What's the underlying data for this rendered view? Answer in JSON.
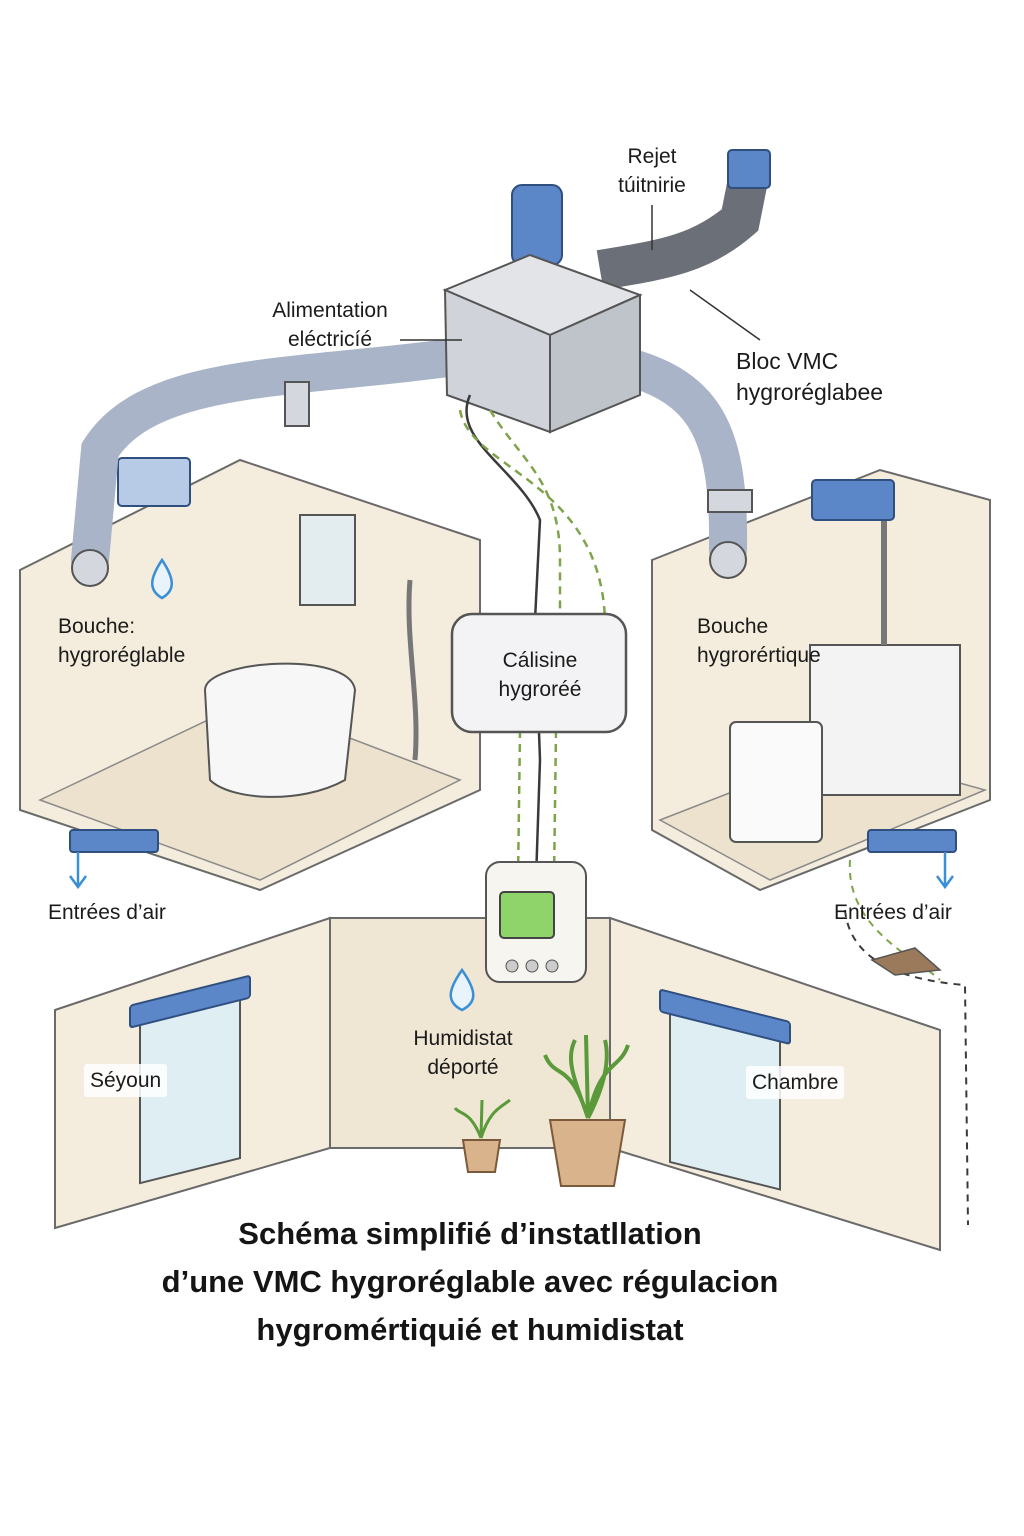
{
  "labels": {
    "rejet": [
      "Rejet",
      "túitnirie"
    ],
    "alimentation": [
      "Alimentation",
      "eléctricíé"
    ],
    "bloc_vmc": [
      "Bloc VMC",
      "hygroréglabee"
    ],
    "bouche_left": [
      "Bouche:",
      "hygroréglable"
    ],
    "caisson": [
      "Cálisine",
      "hygroréé"
    ],
    "bouche_right": [
      "Bouche",
      "hygrorértique"
    ],
    "entrees_left": "Entrées d’air",
    "entrees_right": "Entrées d’air",
    "humidistat": [
      "Humidistat",
      "déporté"
    ],
    "sejour": "Séyoun",
    "chambre": "Chambre"
  },
  "title": [
    "Schéma simplifié d’instatllation",
    "d’une VMC hygroréglable avec régulacion",
    "hygromértiquié et humidistat"
  ],
  "colors": {
    "wall": "#f4ecdc",
    "wall_shade": "#e6dcc6",
    "duct": "#a9b4c8",
    "duct_accent": "#5b86c8",
    "box": "#c9ccd3",
    "vent": "#5b86c8",
    "humidistat_screen": "#8fd46a",
    "cable_green": "#7fa34a",
    "cable_dark": "#3a3a3a",
    "drop": "#3a8fd6",
    "plant": "#5a9a3a",
    "pot": "#d9b38c"
  },
  "icons": [
    "water-drop-icon",
    "water-drop-icon",
    "water-drop-icon",
    "arrow-down-icon",
    "arrow-down-icon"
  ]
}
